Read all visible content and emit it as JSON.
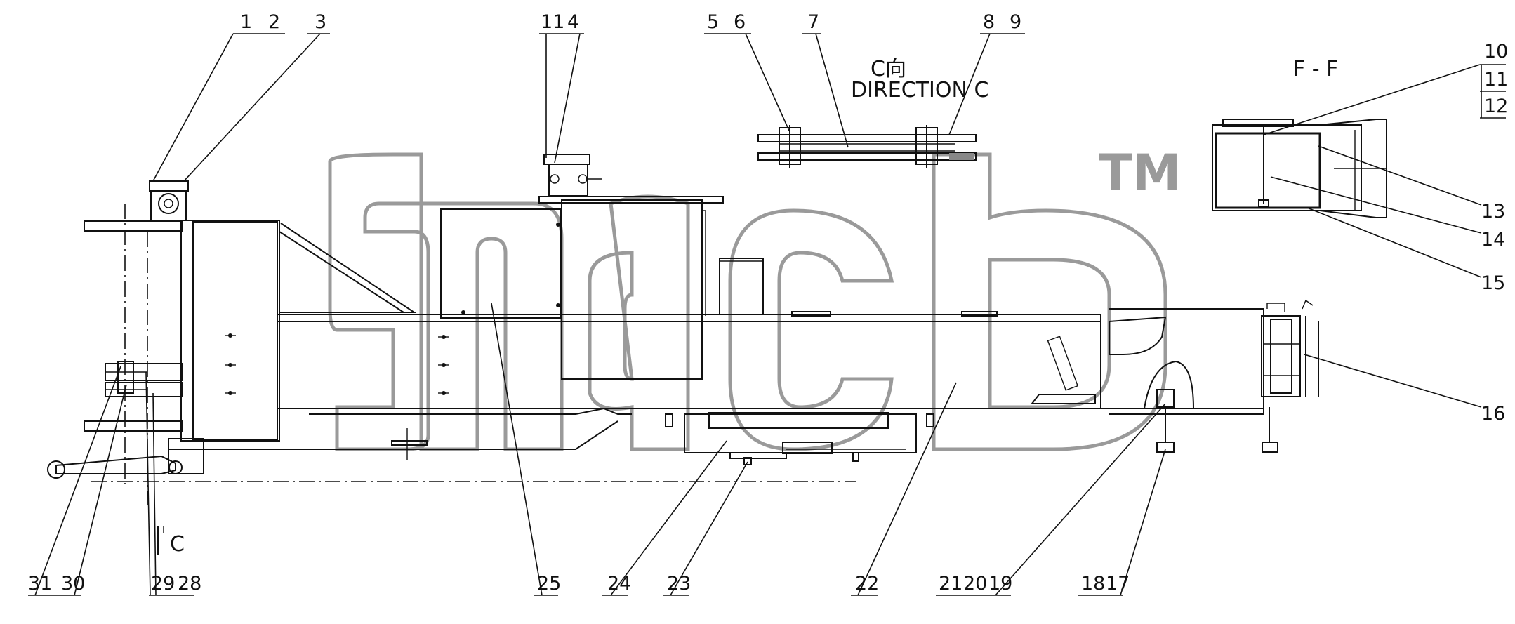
{
  "view_labels": {
    "direction_cn": "C向",
    "direction_en": "DIRECTION C",
    "section": "F - F",
    "view_marker": "C"
  },
  "watermark": {
    "trademark": "TM"
  },
  "callouts": [
    {
      "id": "1",
      "label": "1"
    },
    {
      "id": "2",
      "label": "2"
    },
    {
      "id": "3",
      "label": "3"
    },
    {
      "id": "11a",
      "label": "11"
    },
    {
      "id": "4",
      "label": "4"
    },
    {
      "id": "5",
      "label": "5"
    },
    {
      "id": "6",
      "label": "6"
    },
    {
      "id": "7",
      "label": "7"
    },
    {
      "id": "8",
      "label": "8"
    },
    {
      "id": "9",
      "label": "9"
    },
    {
      "id": "10",
      "label": "10"
    },
    {
      "id": "11",
      "label": "11"
    },
    {
      "id": "12",
      "label": "12"
    },
    {
      "id": "13",
      "label": "13"
    },
    {
      "id": "14",
      "label": "14"
    },
    {
      "id": "15",
      "label": "15"
    },
    {
      "id": "16",
      "label": "16"
    },
    {
      "id": "31",
      "label": "31"
    },
    {
      "id": "30",
      "label": "30"
    },
    {
      "id": "29",
      "label": "29"
    },
    {
      "id": "28",
      "label": "28"
    },
    {
      "id": "25",
      "label": "25"
    },
    {
      "id": "24",
      "label": "24"
    },
    {
      "id": "23",
      "label": "23"
    },
    {
      "id": "22",
      "label": "22"
    },
    {
      "id": "21",
      "label": "21"
    },
    {
      "id": "20",
      "label": "20"
    },
    {
      "id": "19",
      "label": "19"
    },
    {
      "id": "18",
      "label": "18"
    },
    {
      "id": "17",
      "label": "17"
    }
  ],
  "colors": {
    "line": "#111111",
    "watermark": "#9a9a9a",
    "background": "#ffffff"
  }
}
